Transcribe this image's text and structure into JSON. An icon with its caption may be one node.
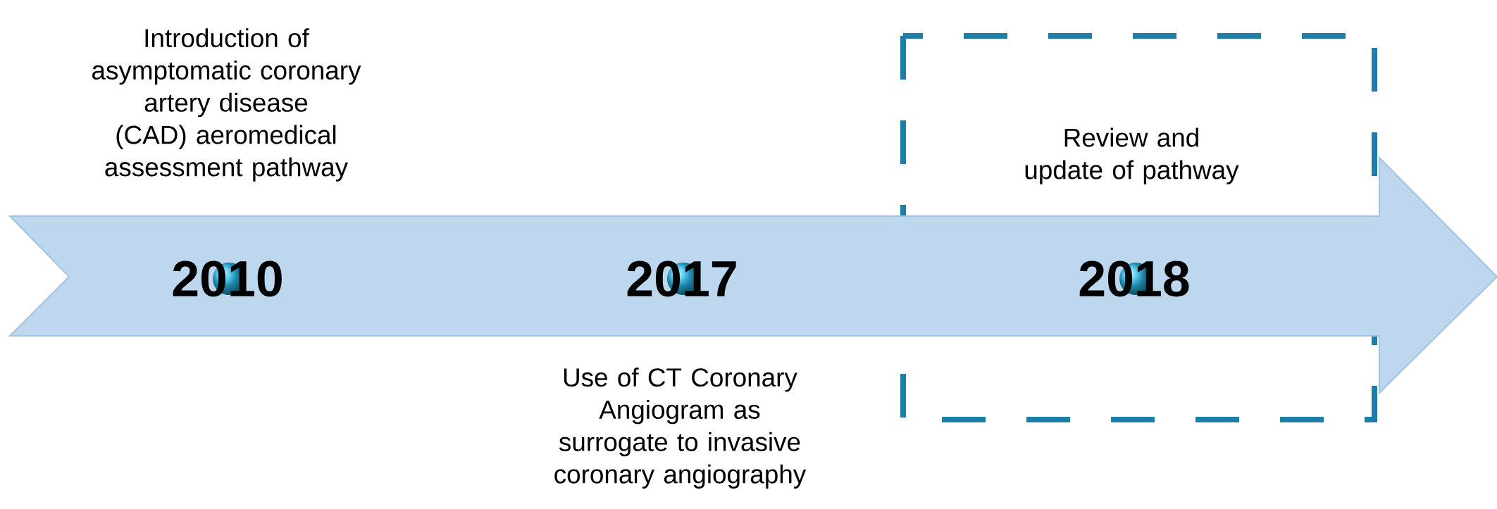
{
  "diagram": {
    "nodes": [
      {
        "text": [],
        "shape": "arrow"
      },
      {
        "text": [
          "2010"
        ],
        "beside": [
          "Introduction of asymptomatic coronary artery disease (CAD) aeromedical assessment pathway"
        ],
        "in": 0
      },
      {
        "text": [
          "2017"
        ],
        "beside": [
          "Use of CT Coronary Angiogram as surrogate to invasive coronary angiography"
        ],
        "in": 0
      },
      {
        "text": [
          "2018"
        ],
        "beside": [
          "Review and update of pathway"
        ],
        "in": 0
      }
    ]
  }
}
